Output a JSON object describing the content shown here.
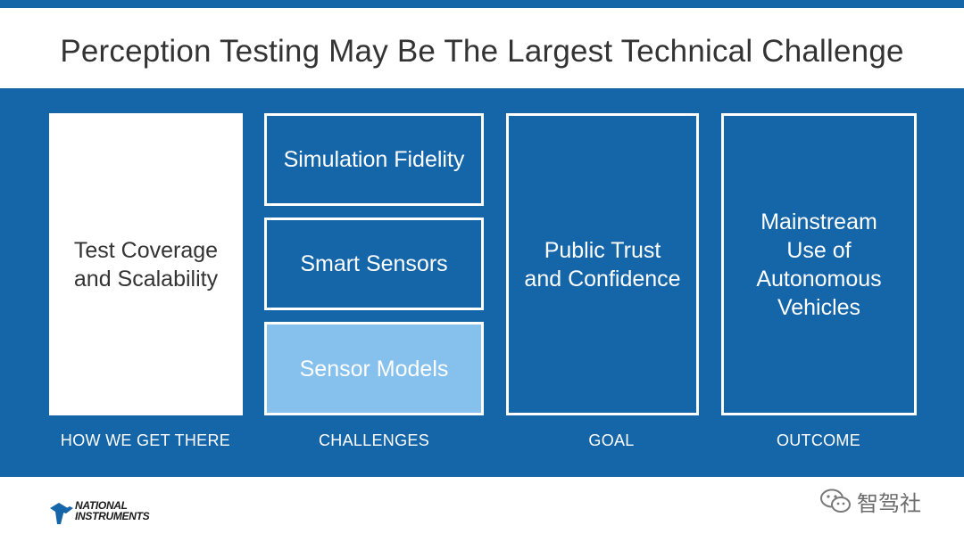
{
  "slide": {
    "title": "Perception Testing May Be The Largest Technical Challenge"
  },
  "columns": [
    {
      "label": "HOW WE GET THERE",
      "boxes": [
        {
          "lines": [
            "Test Coverage",
            "and Scalability"
          ],
          "style": "white"
        }
      ]
    },
    {
      "label": "CHALLENGES",
      "boxes": [
        {
          "lines": [
            "Simulation Fidelity"
          ],
          "style": "outline"
        },
        {
          "lines": [
            "Smart Sensors"
          ],
          "style": "outline"
        },
        {
          "lines": [
            "Sensor Models"
          ],
          "style": "light"
        }
      ]
    },
    {
      "label": "GOAL",
      "boxes": [
        {
          "lines": [
            "Public Trust",
            "and Confidence"
          ],
          "style": "outline"
        }
      ]
    },
    {
      "label": "OUTCOME",
      "boxes": [
        {
          "lines": [
            "Mainstream",
            "Use of",
            "Autonomous",
            "Vehicles"
          ],
          "style": "outline"
        }
      ]
    }
  ],
  "footer": {
    "logo_text": [
      "NATIONAL",
      "INSTRUMENTS"
    ],
    "watermark": "智驾社",
    "watermark_icon": "wechat-icon"
  },
  "colors": {
    "brand_blue": "#1565a9",
    "light_blue": "#86c1ee",
    "white": "#ffffff",
    "title_text": "#333333"
  }
}
